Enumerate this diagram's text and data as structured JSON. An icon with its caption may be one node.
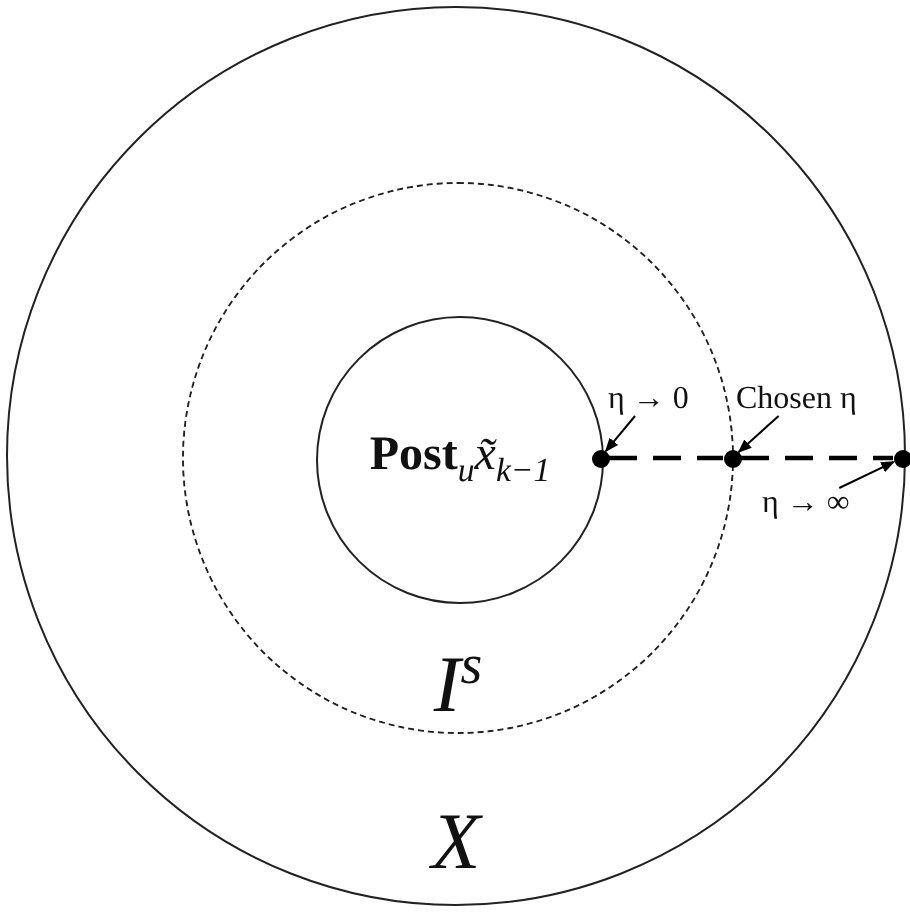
{
  "diagram": {
    "nodes": [
      {
        "text": [
          "X"
        ]
      },
      {
        "text": [
          "I$^{s}$"
        ],
        "in": 0
      },
      {
        "text": [
          "**Post**$_{u}$*x̃*$_{k−1}$"
        ],
        "in": 1
      },
      {
        "text": [],
        "shape": "circle",
        "in": 1
      },
      {
        "text": [],
        "shape": "circle",
        "in": 0
      },
      {
        "text": [],
        "shape": "circle"
      },
      {
        "text": [
          "η → 0"
        ],
        "in": 1
      },
      {
        "text": [
          "Chosen η"
        ],
        "in": 0
      },
      {
        "text": [
          "η → ∞"
        ],
        "in": 0
      }
    ],
    "edges": [
      {
        "from": 3,
        "to": 4,
        "arrow": "none",
        "style": "dashed"
      },
      {
        "from": 4,
        "to": 5,
        "arrow": "none",
        "style": "dashed"
      },
      {
        "from": 6,
        "to": 3,
        "arrow": "to"
      },
      {
        "from": 7,
        "to": 4,
        "arrow": "to"
      },
      {
        "from": 8,
        "to": 5,
        "arrow": "to"
      }
    ]
  }
}
